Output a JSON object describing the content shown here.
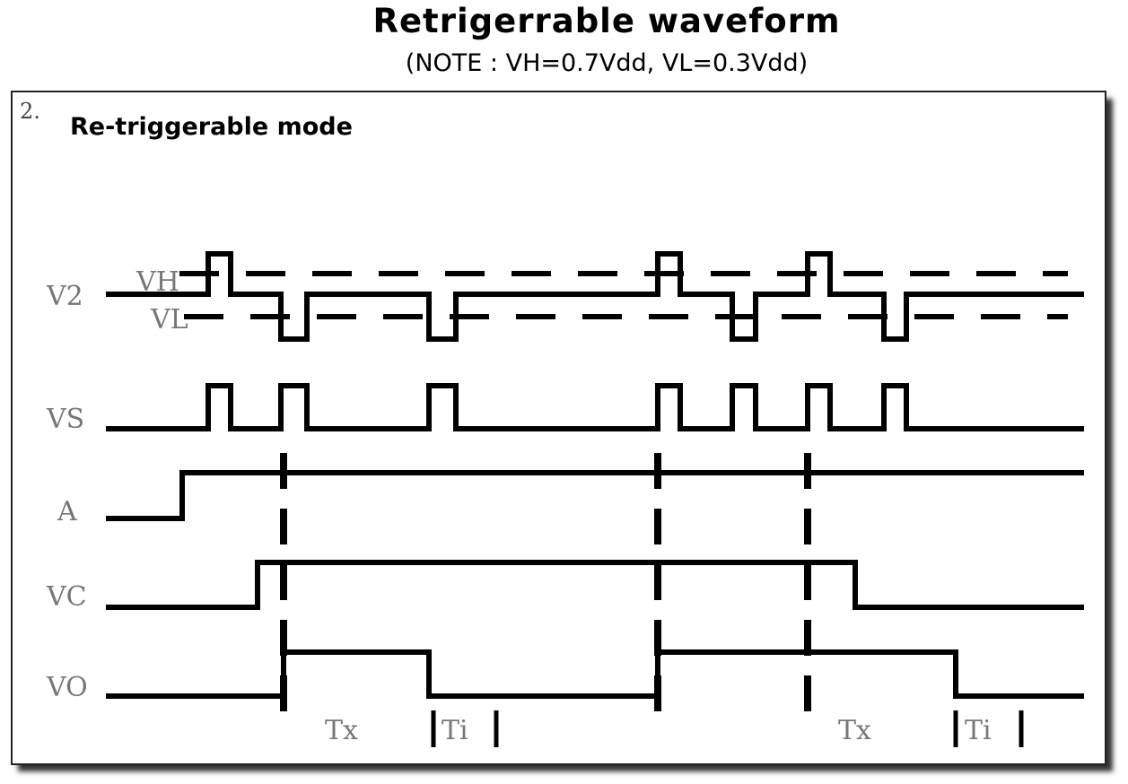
{
  "title": "Retrigerrable  waveform",
  "note": "(NOTE : VH=0.7Vdd,   VL=0.3Vdd)",
  "diagram": {
    "number": "2.",
    "heading": "Re-triggerable mode",
    "signals": [
      "V2",
      "VS",
      "A",
      "VC",
      "VO"
    ],
    "threshold_labels": [
      "VH",
      "VL"
    ],
    "interval_labels": [
      "Tx",
      "Ti",
      "Tx",
      "Ti"
    ]
  }
}
